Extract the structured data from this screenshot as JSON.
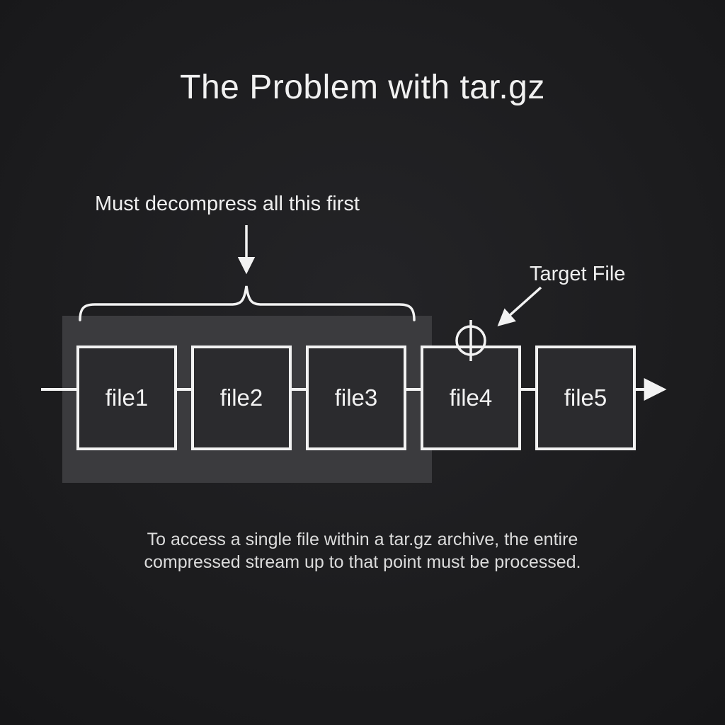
{
  "title": "The Problem with tar.gz",
  "annotations": {
    "decompress_label": "Must decompress all this first",
    "target_label": "Target File",
    "target_marker_on": "file4"
  },
  "diagram": {
    "files": [
      "file1",
      "file2",
      "file3",
      "file4",
      "file5"
    ],
    "highlighted_files": [
      "file1",
      "file2",
      "file3"
    ]
  },
  "caption": {
    "line1": "To access a single file within a tar.gz archive, the entire",
    "line2": "compressed stream up to that point must be processed."
  },
  "colors": {
    "background": "#1e1e20",
    "highlight_region": "#3b3b3e",
    "box_fill": "#2b2b2e",
    "stroke": "#f2f2f2",
    "text": "#f2f2f2"
  }
}
